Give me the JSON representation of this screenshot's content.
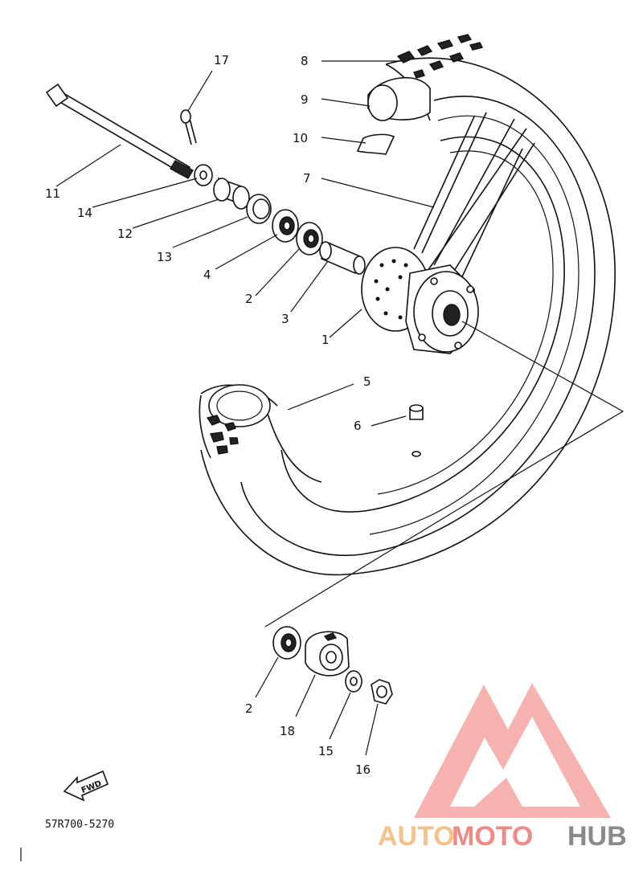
{
  "diagram": {
    "part_labels": [
      {
        "id": "l1",
        "text": "1"
      },
      {
        "id": "l2a",
        "text": "2"
      },
      {
        "id": "l3",
        "text": "3"
      },
      {
        "id": "l4",
        "text": "4"
      },
      {
        "id": "l5",
        "text": "5"
      },
      {
        "id": "l6",
        "text": "6"
      },
      {
        "id": "l7",
        "text": "7"
      },
      {
        "id": "l8",
        "text": "8"
      },
      {
        "id": "l9",
        "text": "9"
      },
      {
        "id": "l10",
        "text": "10"
      },
      {
        "id": "l11",
        "text": "11"
      },
      {
        "id": "l12",
        "text": "12"
      },
      {
        "id": "l13",
        "text": "13"
      },
      {
        "id": "l14",
        "text": "14"
      },
      {
        "id": "l17",
        "text": "17"
      },
      {
        "id": "l2b",
        "text": "2"
      },
      {
        "id": "l18",
        "text": "18"
      },
      {
        "id": "l15",
        "text": "15"
      },
      {
        "id": "l16",
        "text": "16"
      }
    ],
    "fwd_label": "FWD",
    "drawing_code": "57R700-5270"
  },
  "watermark": {
    "text_a": "AUTO",
    "text_b": "MOTO",
    "text_c": "HUB",
    "color_light": "#f5c28a",
    "color_red": "#f08a86",
    "color_gray": "#8a8a8a",
    "logo_color": "#f28b85"
  }
}
